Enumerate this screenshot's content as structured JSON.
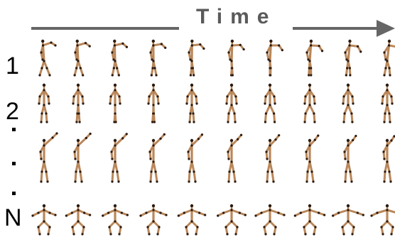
{
  "header": {
    "time_label": "Time"
  },
  "rows": [
    {
      "label": "1",
      "pose": "turning-arm-raised",
      "frames": 10
    },
    {
      "label": "2",
      "pose": "standing-walk",
      "frames": 10
    },
    {
      "label": "",
      "pose": "reaching-up",
      "frames": 10
    },
    {
      "label": "N",
      "pose": "crouching-arms-out",
      "frames": 10
    }
  ],
  "ellipsis": [
    "·",
    "·",
    "·"
  ],
  "colors": {
    "arrow": "#666666",
    "limb": "#b9875a",
    "joint": "#2a1a10"
  }
}
